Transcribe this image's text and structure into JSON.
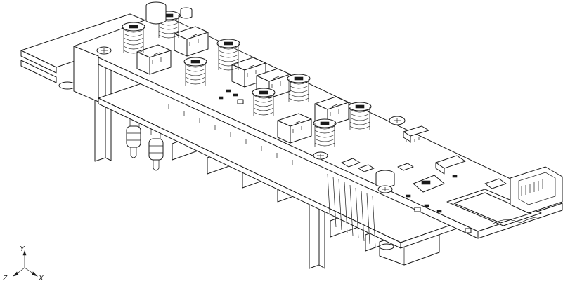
{
  "axes": {
    "x": "X",
    "y": "Y",
    "z": "Z"
  },
  "colors": {
    "line": "#1a1a1a",
    "background": "#ffffff"
  }
}
